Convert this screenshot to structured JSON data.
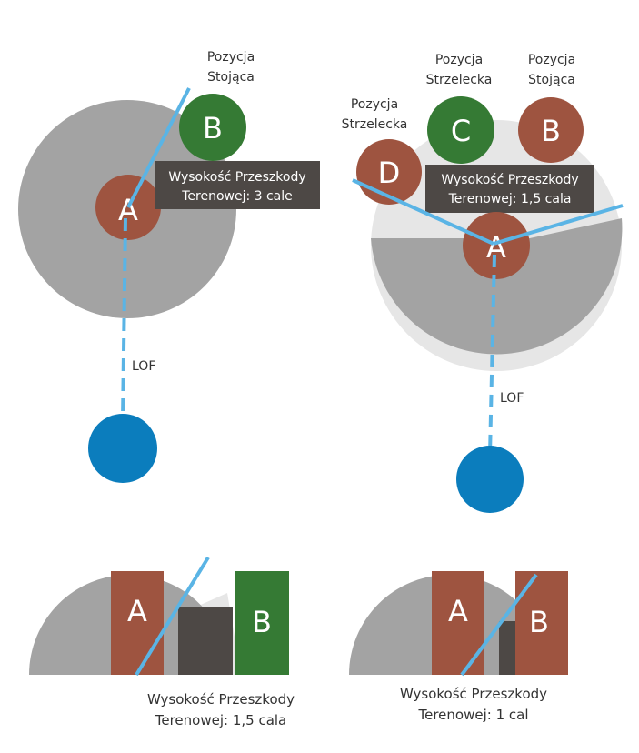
{
  "colors": {
    "zone_gray": "#a3a3a3",
    "zone_light": "#e6e6e6",
    "model_red": "#9e5440",
    "model_green": "#357a34",
    "target_blue": "#0b7dbd",
    "los_blue": "#5ab4e5",
    "terrain_dark": "#4d4845"
  },
  "top_left": {
    "label_b_line1": "Pozycja",
    "label_b_line2": "Stojąca",
    "model_a": "A",
    "model_b": "B",
    "terrain_line1": "Wysokość Przeszkody",
    "terrain_line2": "Terenowej: 3 cale",
    "lof": "LOF"
  },
  "top_right": {
    "label_c_line1": "Pozycja",
    "label_c_line2": "Strzelecka",
    "label_b_line1": "Pozycja",
    "label_b_line2": "Stojąca",
    "label_d_line1": "Pozycja",
    "label_d_line2": "Strzelecka",
    "model_a": "A",
    "model_b": "B",
    "model_c": "C",
    "model_d": "D",
    "terrain_line1": "Wysokość Przeszkody",
    "terrain_line2": "Terenowej: 1,5 cala",
    "lof": "LOF"
  },
  "bottom_left": {
    "model_a": "A",
    "model_b": "B",
    "caption_line1": "Wysokość Przeszkody",
    "caption_line2": "Terenowej: 1,5 cala"
  },
  "bottom_right": {
    "model_a": "A",
    "model_b": "B",
    "caption_line1": "Wysokość Przeszkody",
    "caption_line2": "Terenowej: 1 cal"
  }
}
